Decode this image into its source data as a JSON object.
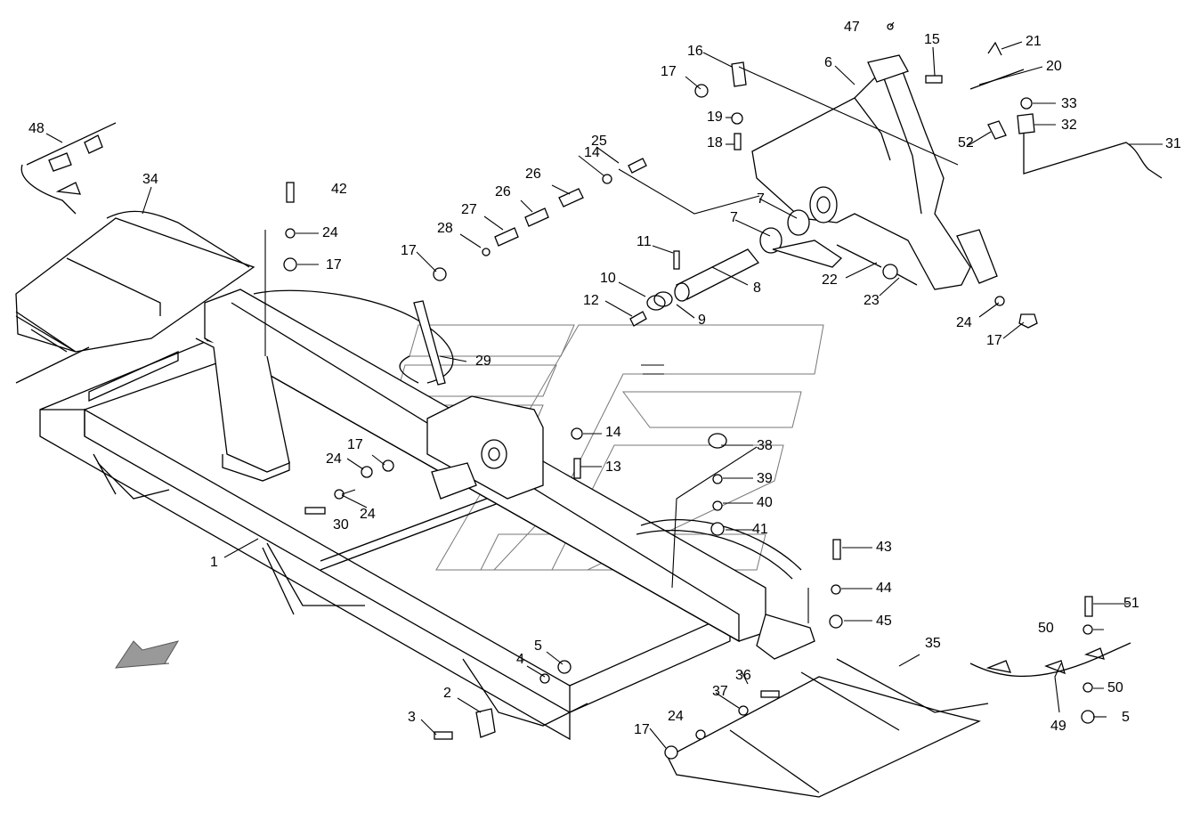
{
  "diagram": {
    "labels": [
      "1",
      "2",
      "3",
      "4",
      "5",
      "5",
      "6",
      "7",
      "7",
      "8",
      "9",
      "10",
      "11",
      "12",
      "13",
      "14",
      "14",
      "15",
      "16",
      "17",
      "17",
      "17",
      "17",
      "17",
      "17",
      "18",
      "19",
      "20",
      "21",
      "22",
      "23",
      "24",
      "24",
      "24",
      "24",
      "24",
      "25",
      "26",
      "26",
      "27",
      "28",
      "29",
      "30",
      "31",
      "32",
      "33",
      "34",
      "35",
      "36",
      "37",
      "38",
      "39",
      "40",
      "41",
      "42",
      "43",
      "44",
      "45",
      "47",
      "48",
      "49",
      "50",
      "50",
      "51",
      "52"
    ]
  }
}
